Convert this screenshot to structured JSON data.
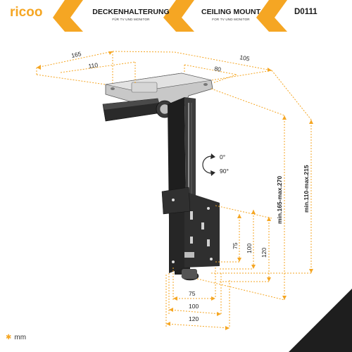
{
  "header": {
    "brand": "ricoo",
    "title_de": "DECKENHALTERUNG",
    "subtitle_de": "FÜR TV UND MONITOR",
    "title_en": "CEILING MOUNT",
    "subtitle_en": "FOR TV UND MONITOR",
    "model": "D0111"
  },
  "dimensions": {
    "top_165": "165",
    "top_110": "110",
    "top_105": "105",
    "top_80": "80",
    "rot_0": "0°",
    "rot_90": "90°",
    "height_inner": "min.165-max.270",
    "height_outer": "min.110-max.215",
    "v_75": "75",
    "v_100": "100",
    "v_120": "120",
    "h_75": "75",
    "h_100": "100",
    "h_120": "120"
  },
  "legend": {
    "unit": "mm"
  },
  "colors": {
    "accent": "#f5a623",
    "dark": "#1e1e1e",
    "metal": "#b9b9b9"
  }
}
